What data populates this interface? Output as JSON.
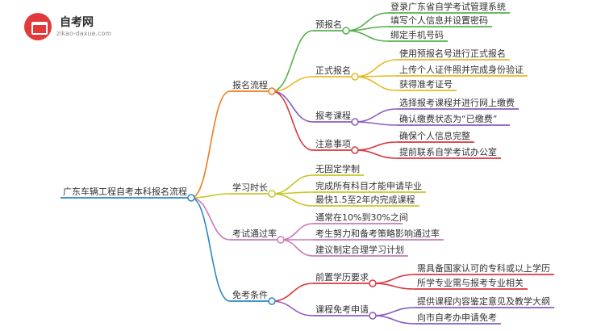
{
  "brand": {
    "title": "自考网",
    "url": "zikao-daxue.com"
  },
  "mindmap": {
    "root": "广东车辆工程自考本科报名流程",
    "branches": [
      {
        "label": "报名流程",
        "color": "#f07b1c",
        "children": [
          {
            "label": "预报名",
            "color": "#55b04b",
            "children": [
              "登录广东省自学考试管理系统",
              "填写个人信息并设置密码",
              "绑定手机号码"
            ]
          },
          {
            "label": "正式报名",
            "color": "#e8b825",
            "children": [
              "使用预报名号进行正式报名",
              "上传个人证件照并完成身份验证",
              "获得准考证号"
            ]
          },
          {
            "label": "报考课程",
            "color": "#8a5bc0",
            "children": [
              "选择报考课程并进行网上缴费",
              "确认缴费状态为“已缴费”"
            ]
          },
          {
            "label": "注意事项",
            "color": "#d9363e",
            "children": [
              "确保个人信息完整",
              "提前联系自学考试办公室"
            ]
          }
        ]
      },
      {
        "label": "学习时长",
        "color": "#c8c62a",
        "children": [
          "无固定学制",
          "完成所有科目才能申请毕业",
          "最快1.5至2年内完成课程"
        ]
      },
      {
        "label": "考试通过率",
        "color": "#c87ab8",
        "children": [
          "通常在10%到30%之间",
          "考生努力和备考策略影响通过率",
          "建议制定合理学习计划"
        ]
      },
      {
        "label": "免考条件",
        "color": "#2a88c4",
        "children": [
          {
            "label": "前置学历要求",
            "color": "#d9363e",
            "children": [
              "需具备国家认可的专科或以上学历",
              "所学专业需与报考专业相关"
            ]
          },
          {
            "label": "课程免考申请",
            "color": "#8a5bc0",
            "children": [
              "提供课程内容鉴定意见及教学大纲",
              "向市自考办申请免考"
            ]
          }
        ]
      }
    ]
  }
}
